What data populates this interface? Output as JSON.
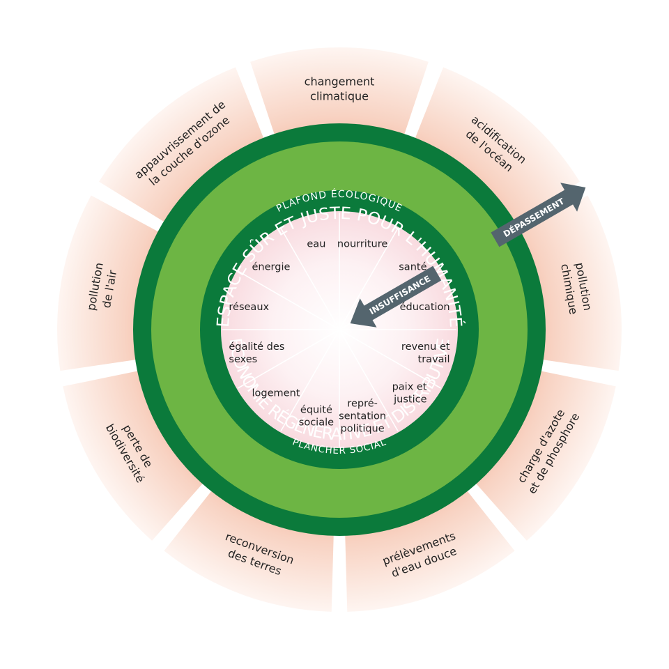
{
  "colors": {
    "dark_green": "#0b7a3b",
    "light_green": "#6db544",
    "outer_segment_center": "#fdeee8",
    "outer_segment_edge": "#f3b9a0",
    "inner_core": "#fbe3e6",
    "arrow": "#54656e",
    "text": "#222222"
  },
  "ring_labels": {
    "ecological_ceiling": "PLAFOND ÉCOLOGIQUE",
    "safe_space": "ESPACE SÛR ET JUSTE POUR L'HUMANITÉ",
    "economy": "ÉCONOMIE RÉGÉNÉRATIVE ET DISTRIBUTIVE",
    "social_foundation": "PLANCHER SOCIAL"
  },
  "arrows": {
    "overshoot": "DÉPASSEMENT",
    "shortfall": "INSUFFISANCE"
  },
  "ecological_segments": [
    {
      "id": "climate-change",
      "lines": [
        "changement",
        "climatique"
      ]
    },
    {
      "id": "ocean-acidification",
      "lines": [
        "acidification",
        "de l'océan"
      ]
    },
    {
      "id": "chemical-pollution",
      "lines": [
        "pollution",
        "chimique"
      ]
    },
    {
      "id": "nitrogen-phosphorus",
      "lines": [
        "charge d'azote",
        "et de phosphore"
      ]
    },
    {
      "id": "freshwater",
      "lines": [
        "prélèvements",
        "d'eau douce"
      ]
    },
    {
      "id": "land-conversion",
      "lines": [
        "reconversion",
        "des terres"
      ]
    },
    {
      "id": "biodiversity-loss",
      "lines": [
        "perte de",
        "biodiversité"
      ]
    },
    {
      "id": "air-pollution",
      "lines": [
        "pollution",
        "de l'air"
      ]
    },
    {
      "id": "ozone-depletion",
      "lines": [
        "appauvrissement de",
        "la couche d'ozone"
      ]
    }
  ],
  "social_items": [
    {
      "id": "food",
      "lines": [
        "nourriture"
      ]
    },
    {
      "id": "health",
      "lines": [
        "santé"
      ]
    },
    {
      "id": "education",
      "lines": [
        "éducation"
      ]
    },
    {
      "id": "income-work",
      "lines": [
        "revenu et",
        "travail"
      ]
    },
    {
      "id": "peace-justice",
      "lines": [
        "paix et",
        "justice"
      ]
    },
    {
      "id": "political-voice",
      "lines": [
        "repré-",
        "sentation",
        "politique"
      ]
    },
    {
      "id": "social-equity",
      "lines": [
        "équité",
        "sociale"
      ]
    },
    {
      "id": "housing",
      "lines": [
        "logement"
      ]
    },
    {
      "id": "gender-equality",
      "lines": [
        "égalité des",
        "sexes"
      ]
    },
    {
      "id": "networks",
      "lines": [
        "réseaux"
      ]
    },
    {
      "id": "energy",
      "lines": [
        "énergie"
      ]
    },
    {
      "id": "water",
      "lines": [
        "eau"
      ]
    }
  ]
}
